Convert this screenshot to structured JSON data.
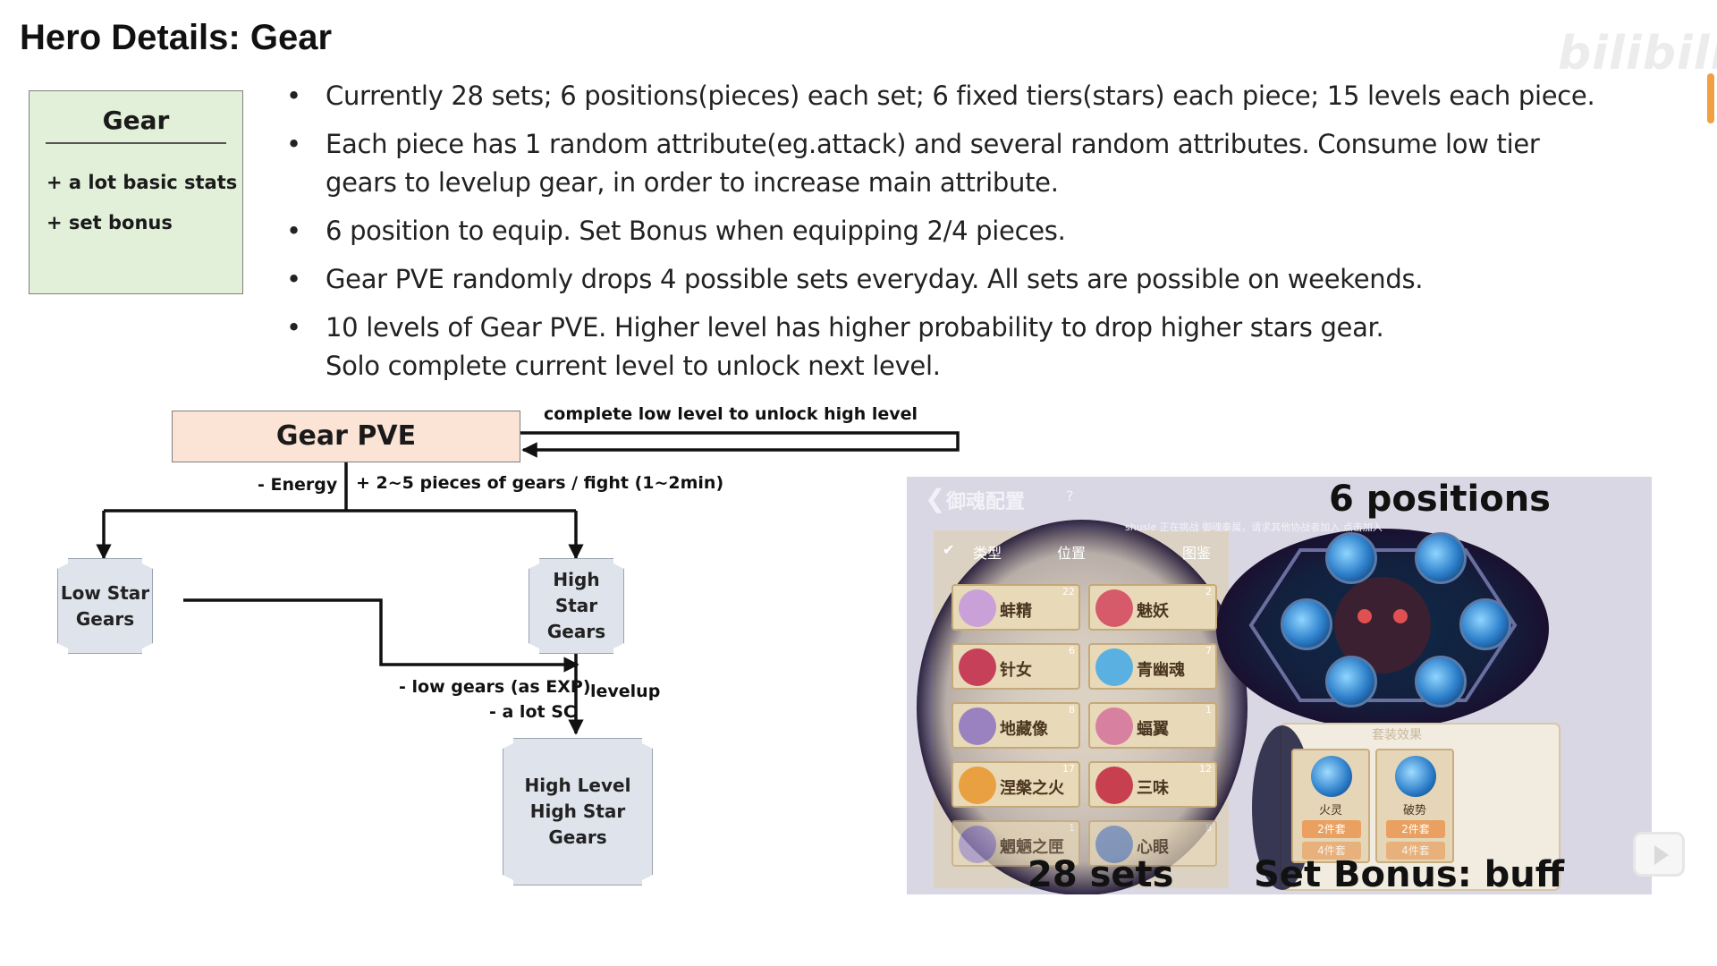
{
  "slide": {
    "title": "Hero Details: Gear",
    "watermark": "bilibili"
  },
  "gear_box": {
    "title": "Gear",
    "lines": [
      "+ a lot basic stats",
      "+ set bonus"
    ]
  },
  "bullets": [
    {
      "lines": [
        "Currently 28 sets; 6 positions(pieces) each set; 6 fixed tiers(stars) each piece; 15 levels each piece."
      ]
    },
    {
      "lines": [
        "Each piece has 1 random attribute(eg.attack) and several random attributes. Consume low tier",
        "gears to levelup gear, in order to increase main attribute."
      ]
    },
    {
      "lines": [
        "6 position to equip. Set Bonus when equipping 2/4 pieces."
      ]
    },
    {
      "lines": [
        "Gear PVE randomly drops 4 possible sets everyday. All sets are possible on weekends."
      ]
    },
    {
      "lines": [
        "10 levels of Gear PVE. Higher level has higher probability to drop higher stars gear.",
        "Solo complete current level to unlock next level."
      ]
    }
  ],
  "flow": {
    "pve_title": "Gear PVE",
    "loop_label": "complete low level to unlock high level",
    "energy_label": "- Energy",
    "drop_label": "+ 2~5 pieces of gears / fight (1~2min)",
    "low_star": [
      "Low Star",
      "Gears"
    ],
    "high_star": [
      "High Star",
      "Gears"
    ],
    "high_level": [
      "High Level",
      "High Star",
      "Gears"
    ],
    "cost_label_1": "- low gears (as EXP)",
    "cost_label_2": "- a lot SC",
    "levelup_label": "levelup"
  },
  "screenshot": {
    "positions_label": "6 positions",
    "sets_label": "28 sets",
    "bonus_label": "Set Bonus: buff",
    "menu_title": "御魂配置",
    "notice": "shusle 正在挑战 御魂秦属，请求其他协战者加入   点击加入",
    "tabs": [
      "类型",
      "位置",
      "图鉴"
    ],
    "bonus_header": "套装效果",
    "cards": [
      {
        "name": "蚌精",
        "count": "22"
      },
      {
        "name": "魅妖",
        "count": "2"
      },
      {
        "name": "针女",
        "count": "6"
      },
      {
        "name": "青幽魂",
        "count": "7"
      },
      {
        "name": "地藏像",
        "count": "8"
      },
      {
        "name": "蝠翼",
        "count": "1"
      },
      {
        "name": "涅槃之火",
        "count": "17"
      },
      {
        "name": "三味",
        "count": "12"
      },
      {
        "name": "魍魉之匣",
        "count": "1"
      },
      {
        "name": "心眼",
        "count": "8"
      }
    ],
    "bonus_cells": [
      {
        "name": "火灵",
        "tags": [
          "2件套",
          "4件套"
        ]
      },
      {
        "name": "破势",
        "tags": [
          "2件套",
          "4件套"
        ]
      }
    ]
  },
  "colors": {
    "gear_box_fill": "#e2efd9",
    "pve_box_fill": "#fbe4d5",
    "node_fill": "#dee3ec",
    "scrollbar": "#f0a040"
  },
  "icons": [
    "back-arrow-icon",
    "help-icon",
    "check-icon",
    "video-play-icon"
  ]
}
